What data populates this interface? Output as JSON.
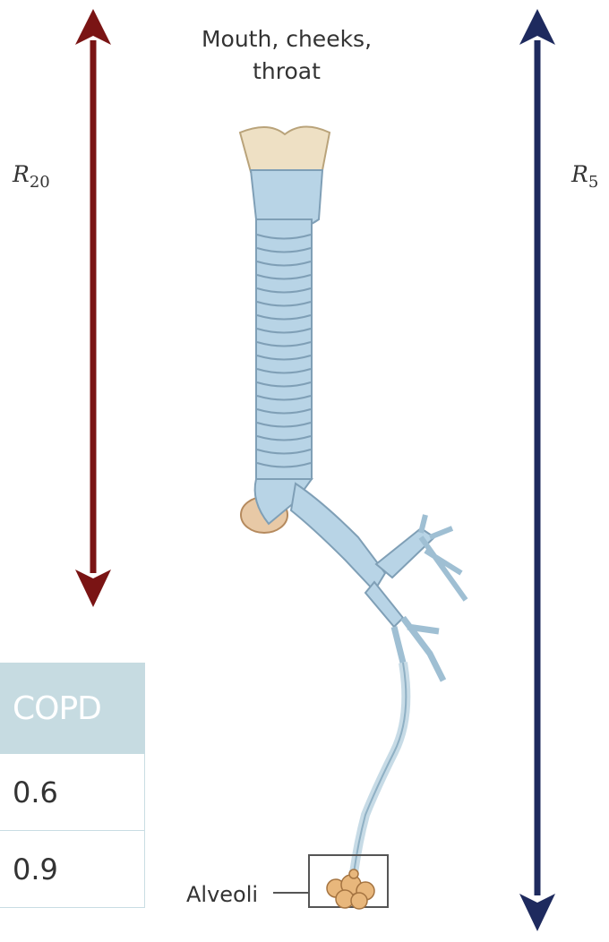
{
  "diagram": {
    "top_label": [
      "Mouth, cheeks,",
      "throat"
    ],
    "left_label": "R20",
    "right_label": "R5",
    "bottom_label": "Alveoli"
  },
  "table": {
    "header": "COPD",
    "rows": [
      "0.6",
      "0.9"
    ]
  },
  "colors": {
    "r20_arrow": "#7a1414",
    "r5_arrow": "#1e2a5e",
    "airway": "#b8d4e6",
    "cartilage_top": "#eee0c4",
    "alveoli": "#e8b77c",
    "table_header_bg": "#c6dbe1"
  },
  "icons": {
    "r20_arrow": "double-headed-arrow",
    "r5_arrow": "double-headed-arrow",
    "airway_illustration": "airway-tree"
  }
}
